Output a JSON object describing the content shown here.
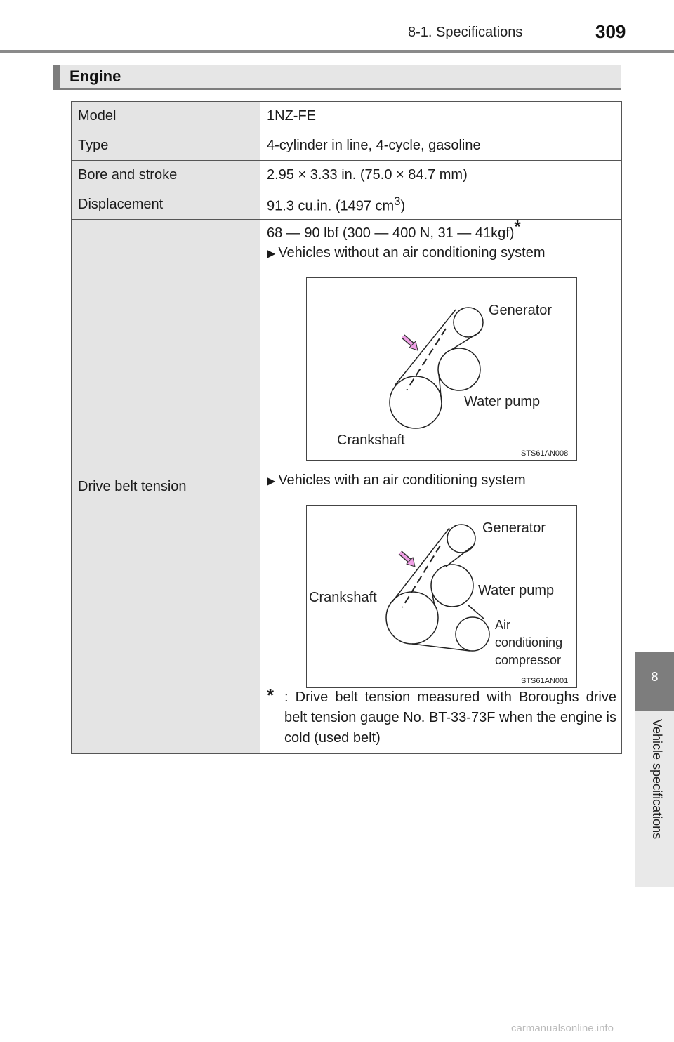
{
  "header": {
    "section": "8-1. Specifications",
    "page_number": "309"
  },
  "side_tab": {
    "chapter_number": "8",
    "chapter_title": "Vehicle specifications"
  },
  "section_heading": "Engine",
  "spec_rows": [
    {
      "label": "Model",
      "value": "1NZ-FE"
    },
    {
      "label": "Type",
      "value": "4-cylinder in line, 4-cycle, gasoline"
    },
    {
      "label": "Bore and stroke",
      "value": "2.95 × 3.33 in. (75.0 × 84.7 mm)"
    },
    {
      "label": "Displacement",
      "value": "91.3 cu.in. (1497 cm",
      "superscript": "3",
      "value_suffix": ")"
    }
  ],
  "drive_belt": {
    "label": "Drive belt tension",
    "tension": "68 — 90 lbf (300 — 400 N, 31 — 41kgf)",
    "tension_mark": "*",
    "bullet_marker": "▶",
    "without_ac": {
      "title": "Vehicles without an air conditioning system",
      "labels": {
        "generator": "Generator",
        "water_pump": "Water pump",
        "crankshaft": "Crankshaft"
      },
      "code": "STS61AN008"
    },
    "with_ac": {
      "title": "Vehicles with an air conditioning system",
      "labels": {
        "generator": "Generator",
        "water_pump": "Water pump",
        "crankshaft": "Crankshaft",
        "ac_line1": "Air",
        "ac_line2": "conditioning",
        "ac_line3": "compressor"
      },
      "code": "STS61AN001"
    },
    "footnote_mark": "*",
    "footnote": ": Drive belt tension measured with Boroughs drive belt tension gauge No. BT-33-73F when the engine is cold (used belt)"
  },
  "watermark": "carmanualsonline.info",
  "colors": {
    "accent_gray": "#7d7d7d",
    "label_cell": "#e4e4e4",
    "arrow_pink": "#f0a0e6"
  }
}
